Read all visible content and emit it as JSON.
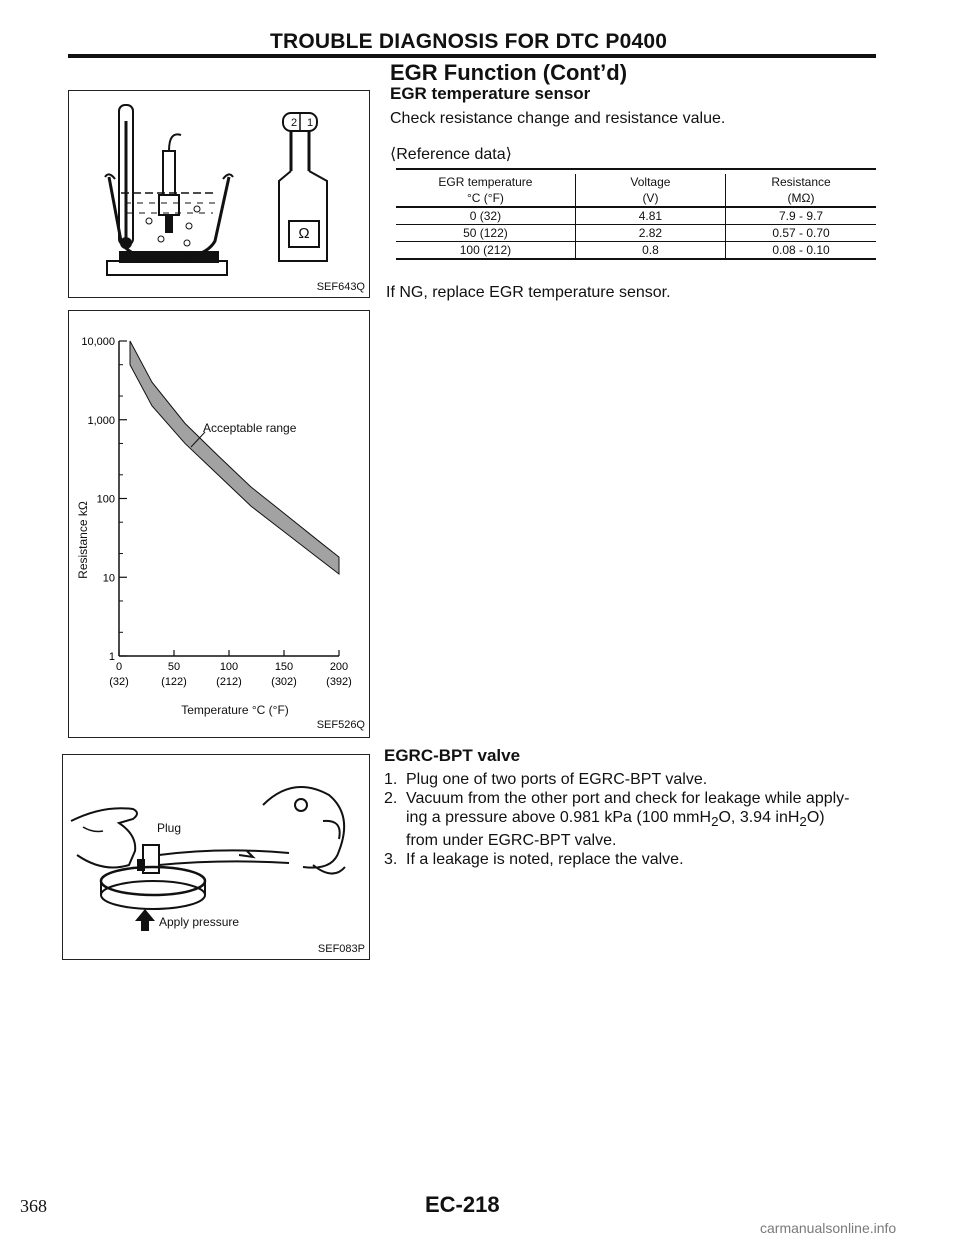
{
  "header": {
    "title": "TROUBLE DIAGNOSIS FOR DTC P0400"
  },
  "section": {
    "title": "EGR Function (Cont’d)"
  },
  "egr_sensor": {
    "heading": "EGR temperature sensor",
    "intro": "Check resistance change and resistance value.",
    "reference": "⟨Reference data⟩",
    "table": {
      "headers": [
        [
          "EGR temperature",
          "°C (°F)"
        ],
        [
          "Voltage",
          "(V)"
        ],
        [
          "Resistance",
          "(MΩ)"
        ]
      ],
      "rows": [
        [
          "0 (32)",
          "4.81",
          "7.9 - 9.7"
        ],
        [
          "50 (122)",
          "2.82",
          "0.57 - 0.70"
        ],
        [
          "100 (212)",
          "0.8",
          "0.08 - 0.10"
        ]
      ]
    },
    "note": "If NG, replace EGR temperature sensor."
  },
  "figure1": {
    "code": "SEF643Q",
    "meter_label": "Ω",
    "terminal_labels": [
      "2",
      "1"
    ]
  },
  "chart_data": {
    "type": "area",
    "title": "",
    "xlabel": "Temperature °C (°F)",
    "ylabel": "Resistance kΩ",
    "x_ticks": [
      {
        "value": "0",
        "sub": "(32)"
      },
      {
        "value": "50",
        "sub": "(122)"
      },
      {
        "value": "100",
        "sub": "(212)"
      },
      {
        "value": "150",
        "sub": "(302)"
      },
      {
        "value": "200",
        "sub": "(392)"
      }
    ],
    "y_ticks": [
      "1",
      "10",
      "100",
      "1,000",
      "10,000"
    ],
    "xlim": [
      0,
      200
    ],
    "ylim": [
      1,
      10000
    ],
    "y_scale": "log",
    "annotation": "Acceptable range",
    "band": {
      "x": [
        10,
        30,
        60,
        90,
        120,
        150,
        180,
        200
      ],
      "y_low": [
        5000,
        1500,
        500,
        200,
        80,
        38,
        18,
        11
      ],
      "y_high": [
        10000,
        3000,
        900,
        350,
        140,
        65,
        30,
        18
      ]
    },
    "code": "SEF526Q"
  },
  "figure3": {
    "plug_label": "Plug",
    "apply_label": "Apply pressure",
    "code": "SEF083P"
  },
  "egrc": {
    "heading": "EGRC-BPT valve",
    "steps": [
      {
        "num": "1.",
        "text": "Plug one of two ports of EGRC-BPT valve."
      },
      {
        "num": "2.",
        "text": "Vacuum from the other port and check for leakage while apply-"
      },
      {
        "num": "3.",
        "text": "If a leakage is noted, replace the valve."
      }
    ],
    "step2_lines": [
      {
        "pre": "ing a pressure above 0.981 kPa (100 mmH",
        "sub": "2",
        "mid": "O, 3.94 inH",
        "sub2": "2",
        "post": "O)"
      },
      {
        "text": "from under EGRC-BPT valve."
      }
    ]
  },
  "footer": {
    "page_number": "368",
    "page_code": "EC-218",
    "watermark": "carmanualsonline.info"
  }
}
